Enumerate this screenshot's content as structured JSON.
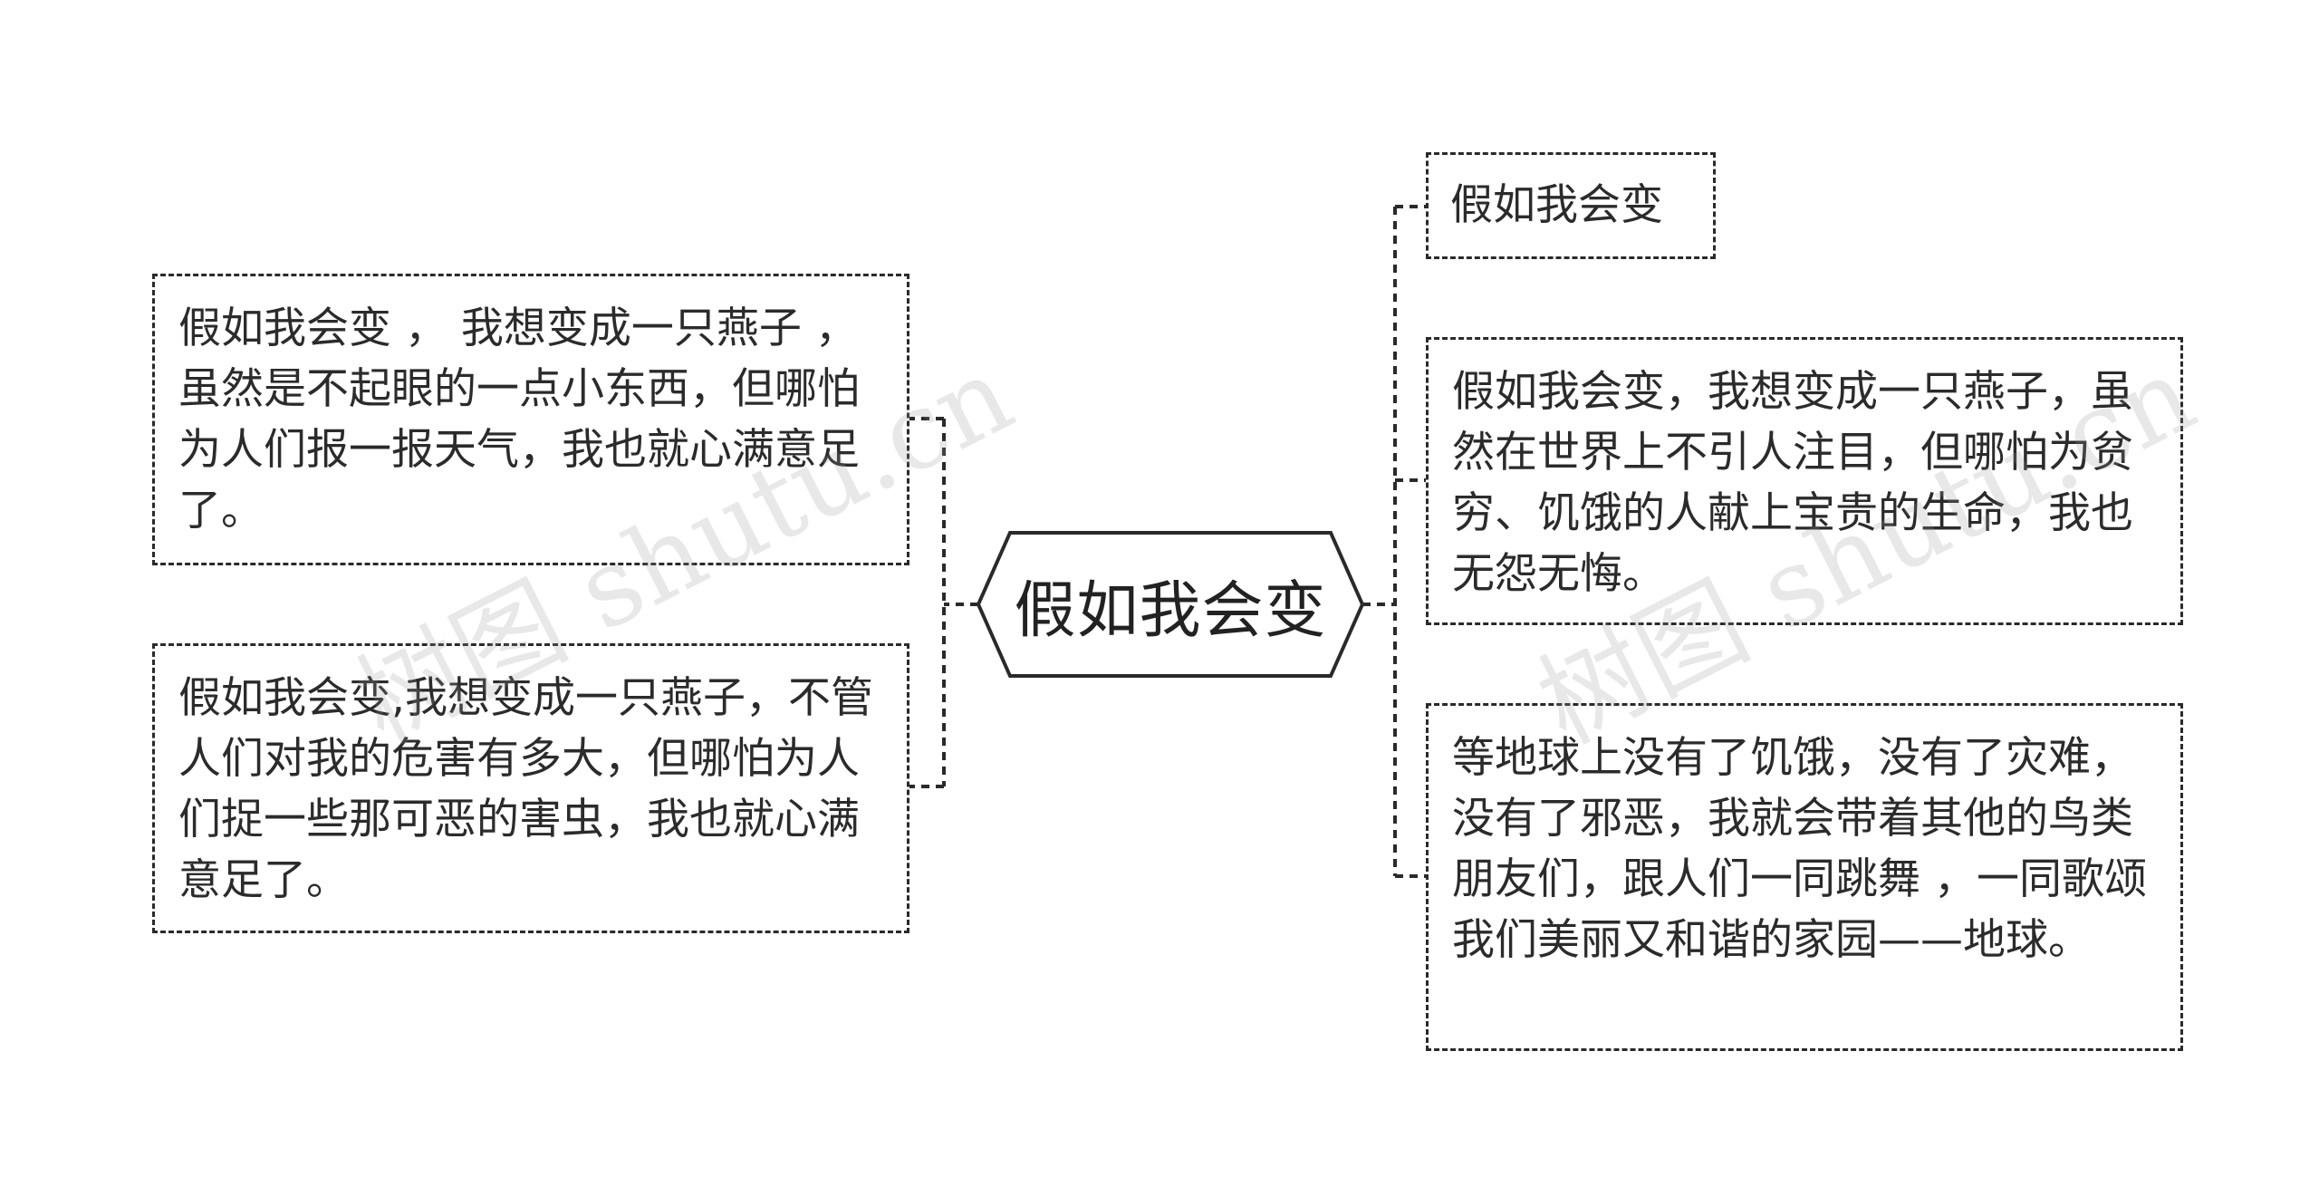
{
  "root": {
    "label": "假如我会变"
  },
  "left_nodes": [
    {
      "text": "假如我会变 ， 我想变成一只燕子 ，虽然是不起眼的一点小东西，但哪怕为人们报一报天气，我也就心满意足了。"
    },
    {
      "text": "假如我会变,我想变成一只燕子，不管人们对我的危害有多大，但哪怕为人们捉一些那可恶的害虫，我也就心满意足了。"
    }
  ],
  "right_nodes": [
    {
      "text": "假如我会变"
    },
    {
      "text": "假如我会变，我想变成一只燕子，虽然在世界上不引人注目，但哪怕为贫穷、饥饿的人献上宝贵的生命，我也无怨无悔。"
    },
    {
      "text": "等地球上没有了饥饿，没有了灾难，没有了邪恶，我就会带着其他的鸟类朋友们，跟人们一同跳舞 ，一同歌颂我们美丽又和谐的家园——地球。"
    }
  ],
  "watermarks": [
    {
      "text": "树图 shutu.cn"
    },
    {
      "text": "树图 shutu.cn"
    }
  ],
  "colors": {
    "stroke": "#2a2a2a",
    "text": "#2b2b2b",
    "background": "#ffffff"
  }
}
